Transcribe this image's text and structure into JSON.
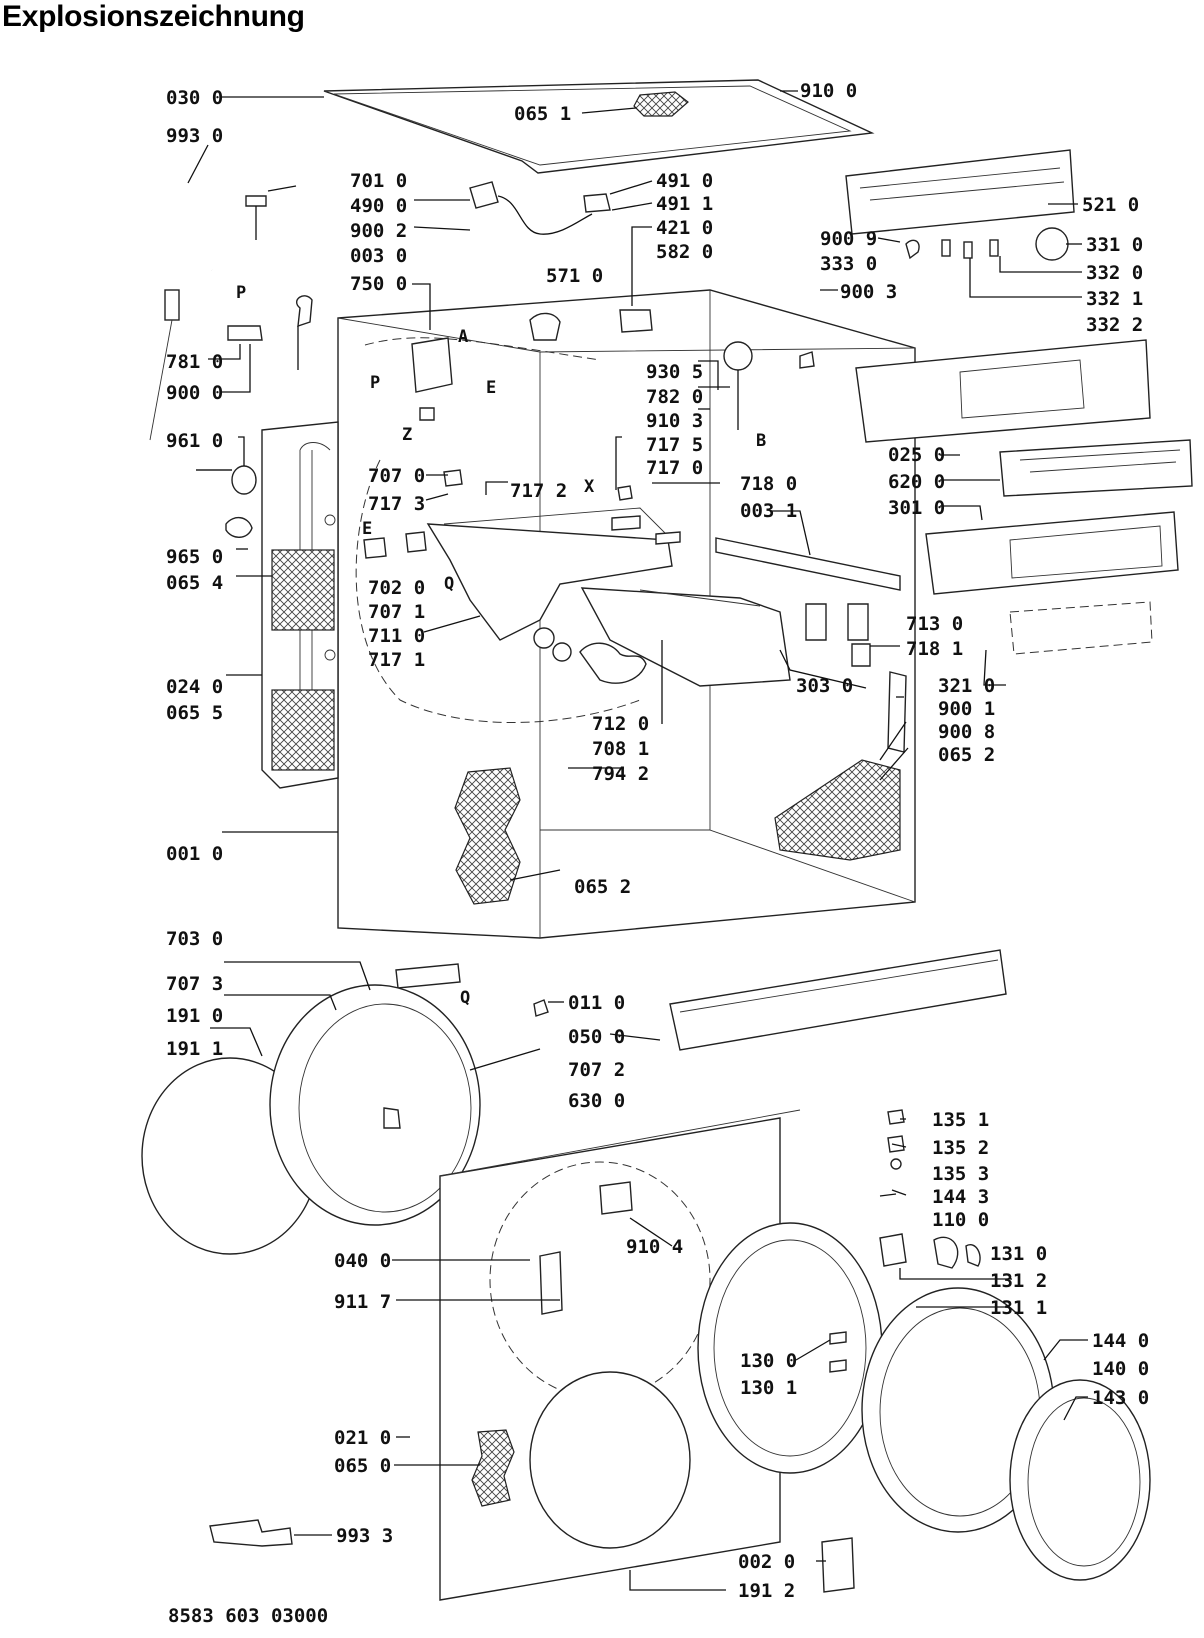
{
  "title": "Explosionszeichnung",
  "footer": "8583 603 03000",
  "labels": [
    {
      "text": "030 0"
    },
    {
      "text": "065 1"
    },
    {
      "text": "910 0"
    },
    {
      "text": "993 0"
    },
    {
      "text": "701 0"
    },
    {
      "text": "490 0"
    },
    {
      "text": "900 2"
    },
    {
      "text": "003 0"
    },
    {
      "text": "750 0"
    },
    {
      "text": "491 0"
    },
    {
      "text": "491 1"
    },
    {
      "text": "421 0"
    },
    {
      "text": "582 0"
    },
    {
      "text": "571 0"
    },
    {
      "text": "521 0"
    },
    {
      "text": "900 9"
    },
    {
      "text": "333 0"
    },
    {
      "text": "900 3"
    },
    {
      "text": "331 0"
    },
    {
      "text": "332 0"
    },
    {
      "text": "332 1"
    },
    {
      "text": "332 2"
    },
    {
      "text": "781 0"
    },
    {
      "text": "900 0"
    },
    {
      "text": "930 5"
    },
    {
      "text": "782 0"
    },
    {
      "text": "910 3"
    },
    {
      "text": "717 5"
    },
    {
      "text": "717 0"
    },
    {
      "text": "961 0"
    },
    {
      "text": "707 0"
    },
    {
      "text": "717 2"
    },
    {
      "text": "717 3"
    },
    {
      "text": "718 0"
    },
    {
      "text": "003 1"
    },
    {
      "text": "025 0"
    },
    {
      "text": "620 0"
    },
    {
      "text": "301 0"
    },
    {
      "text": "965 0"
    },
    {
      "text": "065 4"
    },
    {
      "text": "702 0"
    },
    {
      "text": "707 1"
    },
    {
      "text": "711 0"
    },
    {
      "text": "717 1"
    },
    {
      "text": "713 0"
    },
    {
      "text": "718 1"
    },
    {
      "text": "024 0"
    },
    {
      "text": "065 5"
    },
    {
      "text": "303 0"
    },
    {
      "text": "321 0"
    },
    {
      "text": "900 1"
    },
    {
      "text": "712 0"
    },
    {
      "text": "900 8"
    },
    {
      "text": "708 1"
    },
    {
      "text": "065 2"
    },
    {
      "text": "794 2"
    },
    {
      "text": "001 0"
    },
    {
      "text": "065 2"
    },
    {
      "text": "703 0"
    },
    {
      "text": "707 3"
    },
    {
      "text": "011 0"
    },
    {
      "text": "191 0"
    },
    {
      "text": "050 0"
    },
    {
      "text": "191 1"
    },
    {
      "text": "707 2"
    },
    {
      "text": "630 0"
    },
    {
      "text": "135 1"
    },
    {
      "text": "135 2"
    },
    {
      "text": "135 3"
    },
    {
      "text": "144 3"
    },
    {
      "text": "110 0"
    },
    {
      "text": "910 4"
    },
    {
      "text": "131 0"
    },
    {
      "text": "131 2"
    },
    {
      "text": "040 0"
    },
    {
      "text": "131 1"
    },
    {
      "text": "911 7"
    },
    {
      "text": "144 0"
    },
    {
      "text": "130 0"
    },
    {
      "text": "140 0"
    },
    {
      "text": "130 1"
    },
    {
      "text": "143 0"
    },
    {
      "text": "021 0"
    },
    {
      "text": "065 0"
    },
    {
      "text": "993 3"
    },
    {
      "text": "002 0"
    },
    {
      "text": "191 2"
    }
  ],
  "letters": [
    {
      "text": "P"
    },
    {
      "text": "A"
    },
    {
      "text": "P"
    },
    {
      "text": "E"
    },
    {
      "text": "Z"
    },
    {
      "text": "B"
    },
    {
      "text": "X"
    },
    {
      "text": "E"
    },
    {
      "text": "Q"
    },
    {
      "text": "Q"
    }
  ]
}
